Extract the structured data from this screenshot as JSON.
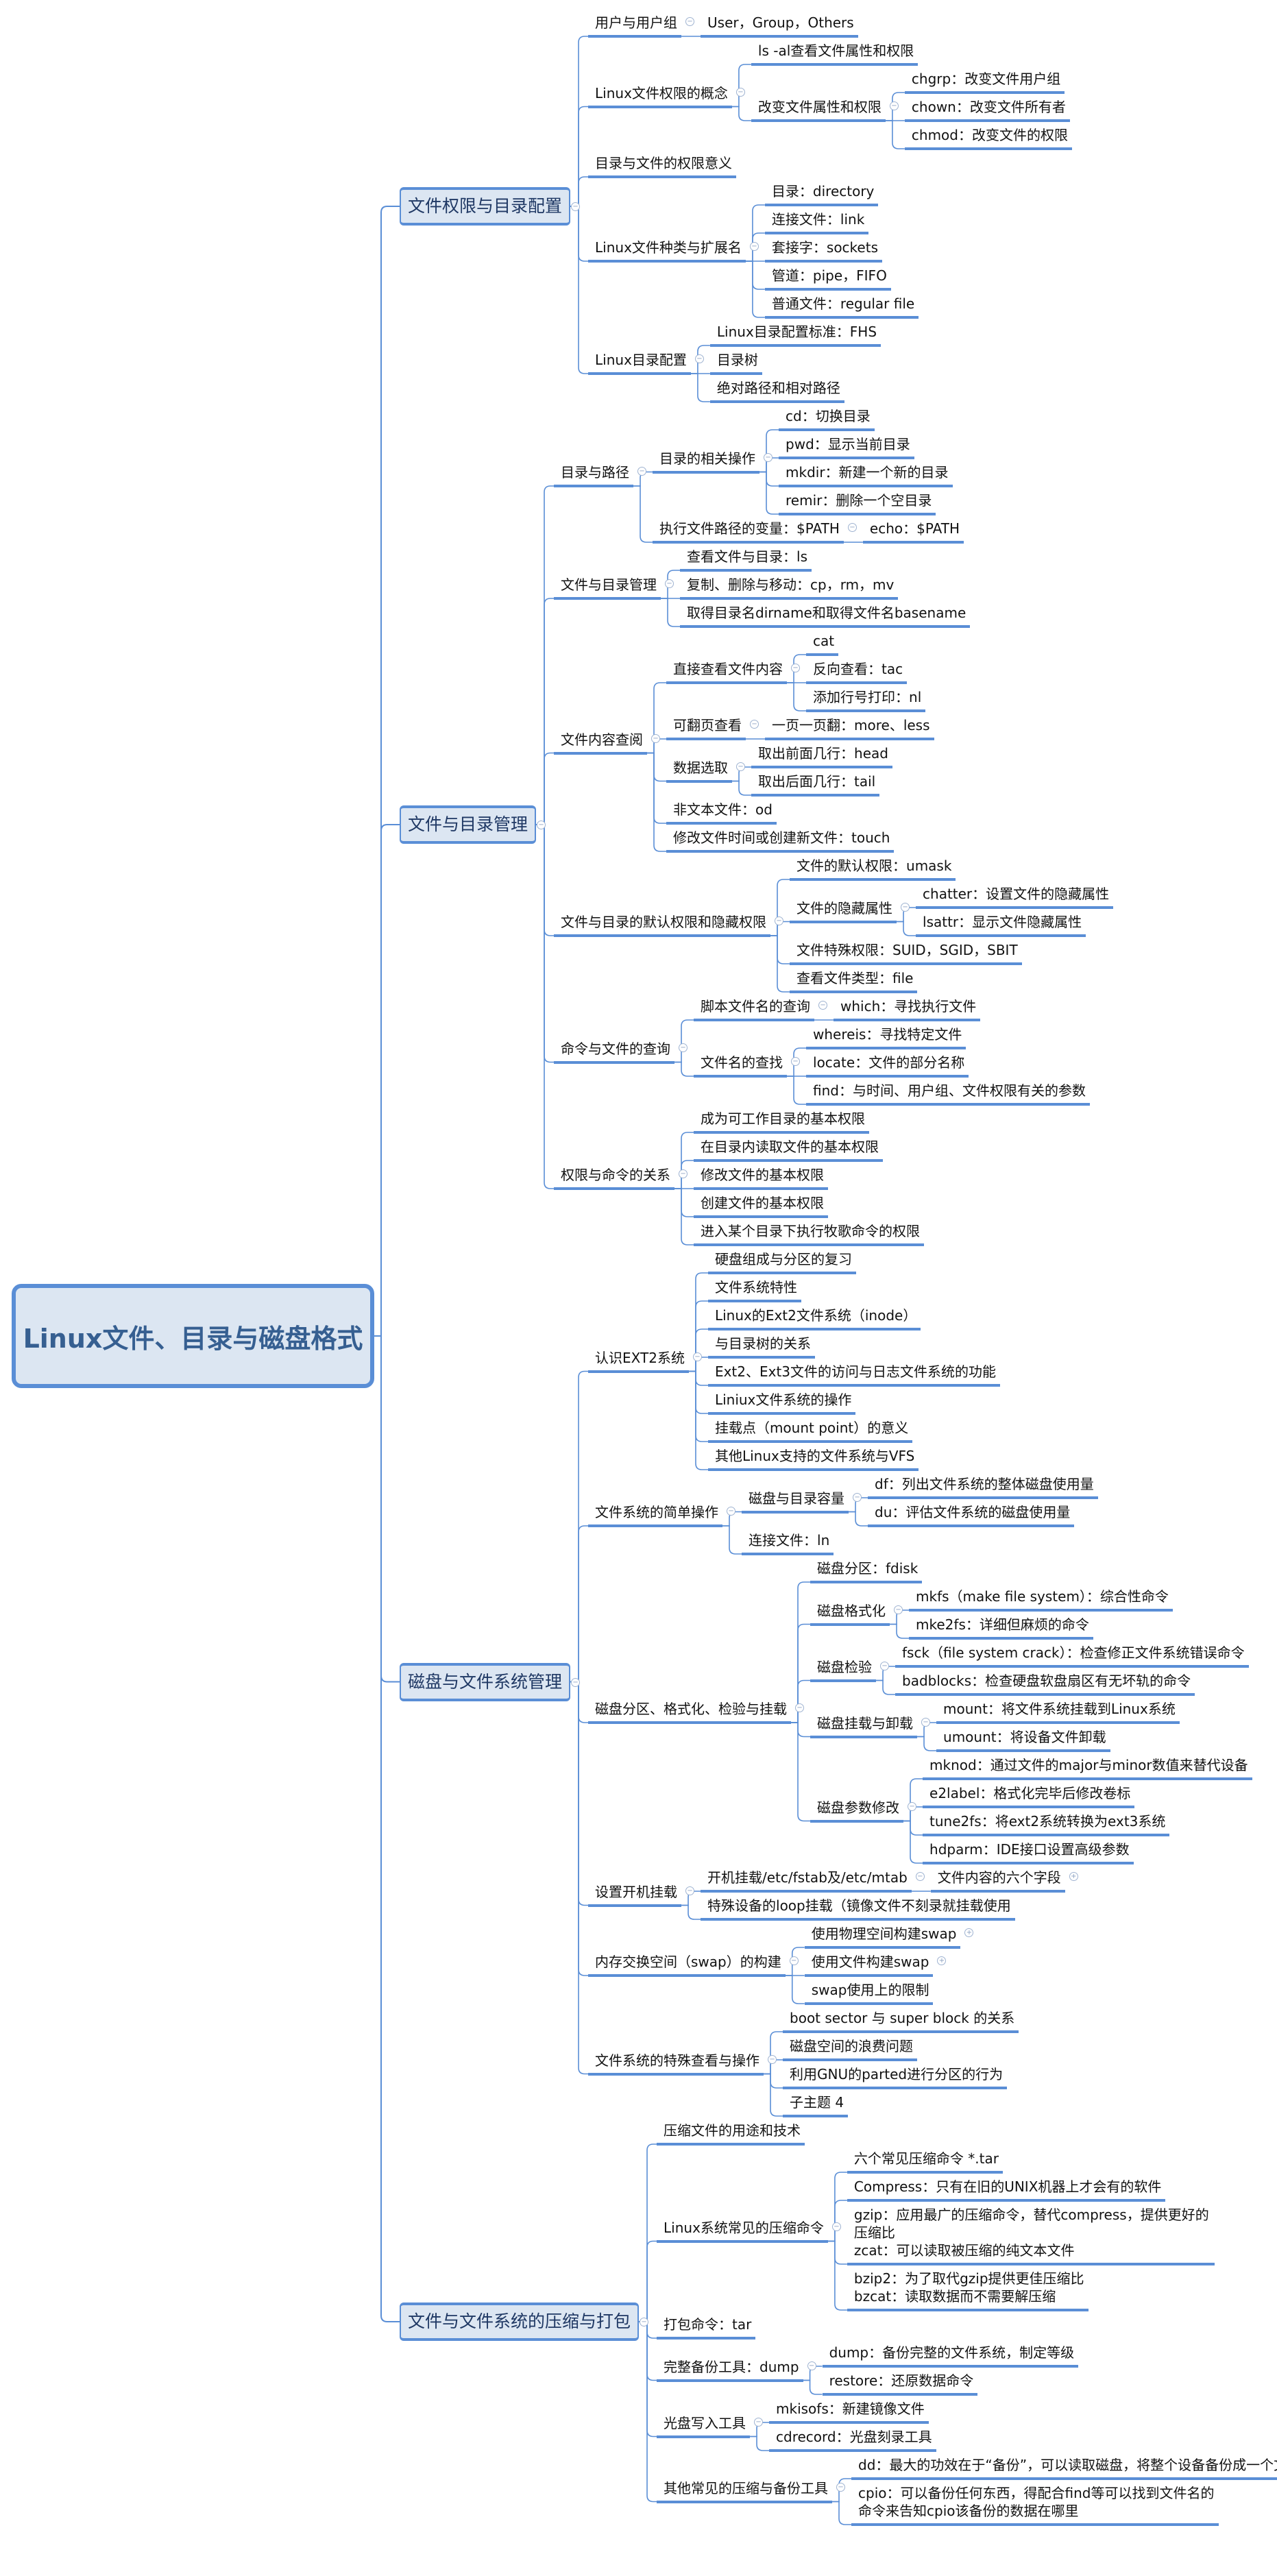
{
  "colors": {
    "line": "#5a8ed6",
    "box": "#dce6f2",
    "root_text": "#365f91"
  },
  "tree": {
    "label": "Linux文件、目录与磁盘格式",
    "children": [
      {
        "label": "文件权限与目录配置",
        "children": [
          {
            "label": "用户与用户组",
            "children": [
              {
                "label": "User，Group，Others"
              }
            ]
          },
          {
            "label": "Linux文件权限的概念",
            "children": [
              {
                "label": "ls -al查看文件属性和权限"
              },
              {
                "label": "改变文件属性和权限",
                "children": [
                  {
                    "label": "chgrp：改变文件用户组"
                  },
                  {
                    "label": "chown：改变文件所有者"
                  },
                  {
                    "label": "chmod：改变文件的权限"
                  }
                ]
              }
            ]
          },
          {
            "label": "目录与文件的权限意义"
          },
          {
            "label": "Linux文件种类与扩展名",
            "children": [
              {
                "label": "目录：directory"
              },
              {
                "label": "连接文件：link"
              },
              {
                "label": "套接字：sockets"
              },
              {
                "label": "管道：pipe，FIFO"
              },
              {
                "label": "普通文件：regular file"
              }
            ]
          },
          {
            "label": "Linux目录配置",
            "children": [
              {
                "label": "Linux目录配置标准：FHS"
              },
              {
                "label": "目录树"
              },
              {
                "label": "绝对路径和相对路径"
              }
            ]
          }
        ]
      },
      {
        "label": "文件与目录管理",
        "children": [
          {
            "label": "目录与路径",
            "children": [
              {
                "label": "目录的相关操作",
                "children": [
                  {
                    "label": "cd：切换目录"
                  },
                  {
                    "label": "pwd：显示当前目录"
                  },
                  {
                    "label": "mkdir：新建一个新的目录"
                  },
                  {
                    "label": "remir：删除一个空目录"
                  }
                ]
              },
              {
                "label": "执行文件路径的变量：$PATH",
                "children": [
                  {
                    "label": "echo：$PATH"
                  }
                ]
              }
            ]
          },
          {
            "label": "文件与目录管理",
            "children": [
              {
                "label": "查看文件与目录：ls"
              },
              {
                "label": "复制、删除与移动：cp，rm，mv"
              },
              {
                "label": "取得目录名dirname和取得文件名basename"
              }
            ]
          },
          {
            "label": "文件内容查阅",
            "children": [
              {
                "label": "直接查看文件内容",
                "children": [
                  {
                    "label": "cat"
                  },
                  {
                    "label": "反向查看：tac"
                  },
                  {
                    "label": "添加行号打印：nl"
                  }
                ]
              },
              {
                "label": "可翻页查看",
                "children": [
                  {
                    "label": "一页一页翻：more、less"
                  }
                ]
              },
              {
                "label": "数据选取",
                "children": [
                  {
                    "label": "取出前面几行：head"
                  },
                  {
                    "label": "取出后面几行：tail"
                  }
                ]
              },
              {
                "label": "非文本文件：od"
              },
              {
                "label": "修改文件时间或创建新文件：touch"
              }
            ]
          },
          {
            "label": "文件与目录的默认权限和隐藏权限",
            "children": [
              {
                "label": "文件的默认权限：umask"
              },
              {
                "label": "文件的隐藏属性",
                "children": [
                  {
                    "label": "chatter：设置文件的隐藏属性"
                  },
                  {
                    "label": "lsattr：显示文件隐藏属性"
                  }
                ]
              },
              {
                "label": "文件特殊权限：SUID，SGID，SBIT"
              },
              {
                "label": "查看文件类型：file"
              }
            ]
          },
          {
            "label": "命令与文件的查询",
            "children": [
              {
                "label": "脚本文件名的查询",
                "children": [
                  {
                    "label": "which：寻找执行文件"
                  }
                ]
              },
              {
                "label": "文件名的查找",
                "children": [
                  {
                    "label": "whereis：寻找特定文件"
                  },
                  {
                    "label": "locate：文件的部分名称"
                  },
                  {
                    "label": "find：与时间、用户组、文件权限有关的参数"
                  }
                ]
              }
            ]
          },
          {
            "label": "权限与命令的关系",
            "children": [
              {
                "label": "成为可工作目录的基本权限"
              },
              {
                "label": "在目录内读取文件的基本权限"
              },
              {
                "label": "修改文件的基本权限"
              },
              {
                "label": "创建文件的基本权限"
              },
              {
                "label": "进入某个目录下执行牧歌命令的权限"
              }
            ]
          }
        ]
      },
      {
        "label": "磁盘与文件系统管理",
        "children": [
          {
            "label": "认识EXT2系统",
            "children": [
              {
                "label": "硬盘组成与分区的复习"
              },
              {
                "label": "文件系统特性"
              },
              {
                "label": "Linux的Ext2文件系统（inode）"
              },
              {
                "label": "与目录树的关系"
              },
              {
                "label": "Ext2、Ext3文件的访问与日志文件系统的功能"
              },
              {
                "label": "Liniux文件系统的操作"
              },
              {
                "label": "挂载点（mount point）的意义"
              },
              {
                "label": "其他Linux支持的文件系统与VFS"
              }
            ]
          },
          {
            "label": "文件系统的简单操作",
            "children": [
              {
                "label": "磁盘与目录容量",
                "children": [
                  {
                    "label": "df：列出文件系统的整体磁盘使用量"
                  },
                  {
                    "label": "du：评估文件系统的磁盘使用量"
                  }
                ]
              },
              {
                "label": "连接文件：ln"
              }
            ]
          },
          {
            "label": "磁盘分区、格式化、检验与挂载",
            "children": [
              {
                "label": "磁盘分区：fdisk"
              },
              {
                "label": "磁盘格式化",
                "children": [
                  {
                    "label": "mkfs（make file system）：综合性命令"
                  },
                  {
                    "label": "mke2fs：详细但麻烦的命令"
                  }
                ]
              },
              {
                "label": "磁盘检验",
                "children": [
                  {
                    "label": "fsck（file system crack）：检查修正文件系统错误命令"
                  },
                  {
                    "label": "badblocks：检查硬盘软盘扇区有无坏轨的命令"
                  }
                ]
              },
              {
                "label": "磁盘挂载与卸载",
                "children": [
                  {
                    "label": "mount：将文件系统挂载到Linux系统"
                  },
                  {
                    "label": "umount：将设备文件卸载"
                  }
                ]
              },
              {
                "label": "磁盘参数修改",
                "children": [
                  {
                    "label": "mknod：通过文件的major与minor数值来替代设备"
                  },
                  {
                    "label": "e2label：格式化完毕后修改卷标"
                  },
                  {
                    "label": "tune2fs：将ext2系统转换为ext3系统"
                  },
                  {
                    "label": "hdparm：IDE接口设置高级参数"
                  }
                ]
              }
            ]
          },
          {
            "label": "设置开机挂载",
            "children": [
              {
                "label": "开机挂载/etc/fstab及/etc/mtab",
                "children": [
                  {
                    "label": "文件内容的六个字段",
                    "collapsed": true
                  }
                ]
              },
              {
                "label": "特殊设备的loop挂载（镜像文件不刻录就挂载使用"
              }
            ]
          },
          {
            "label": "内存交换空间（swap）的构建",
            "children": [
              {
                "label": "使用物理空间构建swap",
                "collapsed": true
              },
              {
                "label": "使用文件构建swap",
                "collapsed": true
              },
              {
                "label": "swap使用上的限制"
              }
            ]
          },
          {
            "label": "文件系统的特殊查看与操作",
            "children": [
              {
                "label": "boot sector 与 super block 的关系"
              },
              {
                "label": "磁盘空间的浪费问题"
              },
              {
                "label": "利用GNU的parted进行分区的行为"
              },
              {
                "label": "子主题 4"
              }
            ]
          }
        ]
      },
      {
        "label": "文件与文件系统的压缩与打包",
        "children": [
          {
            "label": "压缩文件的用途和技术"
          },
          {
            "label": "Linux系统常见的压缩命令",
            "children": [
              {
                "label": "六个常见压缩命令 *.tar"
              },
              {
                "label": "Compress：只有在旧的UNIX机器上才会有的软件"
              },
              {
                "label": "gzip：应用最广的压缩命令，替代compress，提供更好的压缩比\nzcat：可以读取被压缩的纯文本文件"
              },
              {
                "label": "bzip2：为了取代gzip提供更佳压缩比\nbzcat：读取数据而不需要解压缩"
              }
            ]
          },
          {
            "label": "打包命令：tar"
          },
          {
            "label": "完整备份工具：dump",
            "children": [
              {
                "label": "dump：备份完整的文件系统，制定等级"
              },
              {
                "label": "restore：还原数据命令"
              }
            ]
          },
          {
            "label": "光盘写入工具",
            "children": [
              {
                "label": "mkisofs：新建镜像文件"
              },
              {
                "label": "cdrecord：光盘刻录工具"
              }
            ]
          },
          {
            "label": "其他常见的压缩与备份工具",
            "children": [
              {
                "label": "dd：最大的功效在于“备份”，可以读取磁盘，将整个设备备份成一个文件"
              },
              {
                "label": "cpio：可以备份任何东西，得配合find等可以找到文件名的命令来告知cpio该备份的数据在哪里"
              }
            ]
          }
        ]
      }
    ]
  }
}
